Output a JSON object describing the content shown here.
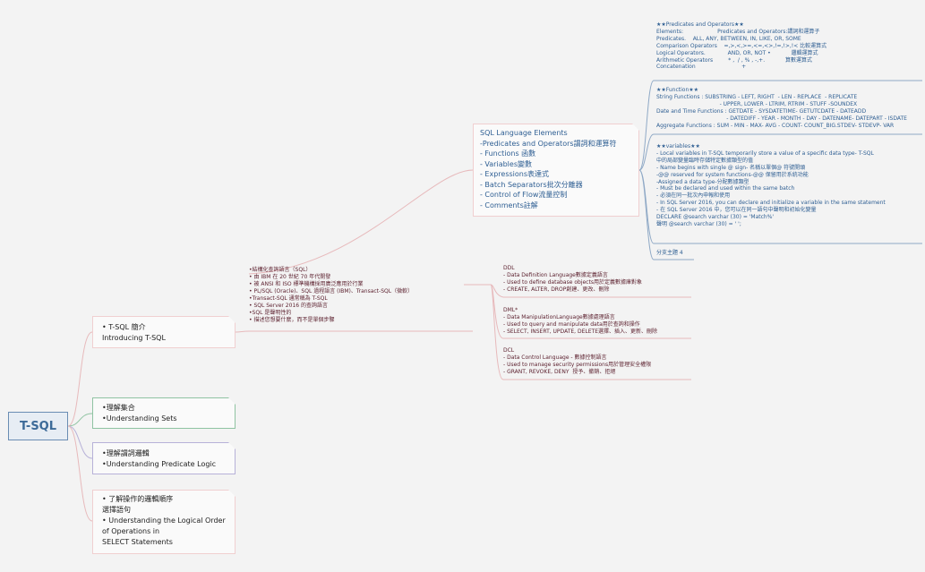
{
  "root": {
    "label": "T-SQL"
  },
  "topics": [
    {
      "lines": [
        "• T-SQL 簡介",
        "Introducing T-SQL"
      ]
    },
    {
      "lines": [
        "•理解集合",
        "•Understanding Sets"
      ]
    },
    {
      "lines": [
        "•理解謂詞邏輯",
        "•Understanding Predicate Logic"
      ]
    },
    {
      "lines": [
        "• 了解操作的邏輯順序",
        "選擇語句",
        "• Understanding the Logical Order",
        "of Operations in",
        "SELECT Statements"
      ]
    }
  ],
  "intro_notes": [
    "•結構化查詢語言（SQL）",
    "• 由 IBM 在 20 世紀 70 年代開發",
    "• 被 ANSI 和 ISO 標準機構採用廣泛應用於行業",
    "• PL/SQL (Oracle)、SQL 過程語言 (IBM)、Transact-SQL（微軟）",
    "•Transact-SQL 通常稱為 T-SQL",
    "• SQL Server 2016 的查詢語言",
    "•SQL 是聲明性的",
    "• 描述您想要什麼，而不是單個步驟"
  ],
  "sql_elements": [
    "SQL Language Elements",
    "-Predicates and Operators謂詞和運算符",
    "- Functions 函數",
    "- Variables變數",
    "- Expressions表達式",
    "- Batch Separators批次分離器",
    "- Control of Flow流量控制",
    "- Comments註解"
  ],
  "predicates_box": [
    "★★Predicates and Operators★★",
    "Elements:                    Predicates and Operators:謂詞和運算子",
    "Predicates.    ALL, ANY, BETWEEN, IN, LIKE, OR, SOME",
    "Comparison Operators    =,>,<,>=,<=,<>,!=,!>,!< 比較運算式",
    "Logical Operators.             AND, OR, NOT •            邏輯運算式",
    "Arithmetic Operators         * ,  / , % , -,+.            算數運算式",
    "Concatenation                           +"
  ],
  "function_box": [
    "★★Function★★",
    "String Functions : SUBSTRING - LEFT, RIGHT  - LEN - REPLACE  - REPLICATE",
    "                                     - UPPER, LOWER - LTRIM, RTRIM - STUFF -SOUNDEX",
    "Date and Time Functions : GETDATE - SYSDATETIME- GETUTCDATE - DATEADD",
    "                                         - DATEDIFF - YEAR - MONTH - DAY - DATENAME- DATEPART - ISDATE",
    "Aggregate Functions : SUM - MIN - MAX- AVG - COUNT- COUNT_BIG.STDEV- STDEVP- VAR"
  ],
  "variables_box": [
    "★★variables★★",
    "- Local variables in T-SQL temporarily store a value of a specific data type- T-SQL",
    "中的局部變量臨時存儲特定數據類型的值",
    "- Name begins with single @ sign- 名稱以單個@ 符號開頭",
    "-@@ reserved for system functions-@@ 保留用於系統功能",
    "-Assigned a data type-分配數據類型",
    "- Must be declared and used within the same batch",
    "- 必須在同一批次內申報和使用",
    "- In SQL Server 2016, you can declare and initialize a variable in the same statement",
    "- 在 SQL Server 2016 中，您可以在同一語句中聲明和初始化變量",
    "DECLARE @search varchar (30) = 'Match%'",
    "聲明 @search varchar (30) = ' ';"
  ],
  "subtopic": "分支主題 4",
  "ddl_box": [
    "DDL",
    "- Data Definition Language數據定義語言",
    "- Used to define database objects用於定義數據庫對象",
    "- CREATE, ALTER, DROP創建、更改、刪除"
  ],
  "dml_box": [
    "DML*",
    "- Data ManipulationLanguage數據處理語言",
    "- Used to query and manipulate data用於查詢和操作",
    "- SELECT, INSERT, UPDATE, DELETE選擇、插入、更新、刪除"
  ],
  "dcl_box": [
    "DCL",
    "- Data Control Language - 數據控制語言",
    "- Used to manage security permissions用於管理安全權限",
    "- GRANT, REVOKE, DENY  授予、撤銷、拒絕"
  ],
  "colors": {
    "root_border": "#6a8db3",
    "pink": "#f0cfd0",
    "green": "#8fc3a2",
    "purple": "#b7b1d8",
    "blue_text": "#2f5f93",
    "maroon_text": "#5a1e2c"
  }
}
